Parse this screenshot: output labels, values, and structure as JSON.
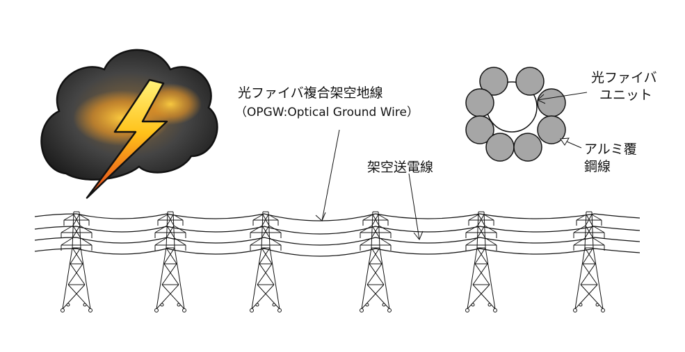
{
  "labels": {
    "opgw_title": "光ファイバ複合架空地線",
    "opgw_sub": "（OPGW:Optical Ground Wire）",
    "transmission_line": "架空送電線",
    "fiber_unit_line1": "光ファイバ",
    "fiber_unit_line2": "ユニット",
    "steel_wire_line1": "アルミ覆",
    "steel_wire_line2": "鋼線"
  },
  "icons": {
    "lightning": "lightning-cloud-icon",
    "tower": "transmission-tower-icon"
  },
  "colors": {
    "cloud_dark": "#2e2e2e",
    "cloud_glow": "#f5a623",
    "bolt_top": "#ffe14a",
    "bolt_bottom": "#e8471a",
    "strand_fill": "#a6a6a6"
  }
}
